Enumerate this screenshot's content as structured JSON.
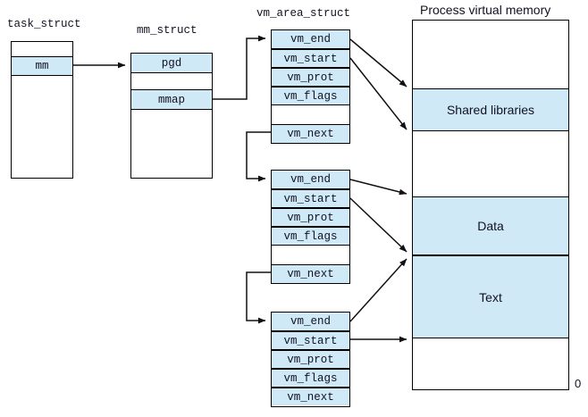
{
  "diagram": {
    "title_task_struct": "task_struct",
    "title_mm_struct": "mm_struct",
    "title_vm_area_struct": "vm_area_struct",
    "title_process_memory": "Process virtual memory",
    "zero_label": "0",
    "colors": {
      "shaded_field": "#cfe9f7",
      "outline": "#000000",
      "background": "#ffffff",
      "text": "#111122"
    }
  },
  "task_struct": {
    "label": "task_struct",
    "fields": [
      {
        "name": "",
        "shaded": false
      },
      {
        "name": "mm",
        "shaded": true
      },
      {
        "name": "",
        "shaded": false
      }
    ]
  },
  "mm_struct": {
    "label": "mm_struct",
    "fields": [
      {
        "name": "pgd",
        "shaded": true
      },
      {
        "name": "",
        "shaded": false
      },
      {
        "name": "mmap",
        "shaded": true
      },
      {
        "name": "",
        "shaded": false
      }
    ]
  },
  "vm_area_structs": [
    {
      "index": 0,
      "fields": [
        {
          "name": "vm_end",
          "shaded": true
        },
        {
          "name": "vm_start",
          "shaded": true
        },
        {
          "name": "vm_prot",
          "shaded": true
        },
        {
          "name": "vm_flags",
          "shaded": true
        },
        {
          "name": "",
          "shaded": false
        },
        {
          "name": "vm_next",
          "shaded": true
        }
      ]
    },
    {
      "index": 1,
      "fields": [
        {
          "name": "vm_end",
          "shaded": true
        },
        {
          "name": "vm_start",
          "shaded": true
        },
        {
          "name": "vm_prot",
          "shaded": true
        },
        {
          "name": "vm_flags",
          "shaded": true
        },
        {
          "name": "",
          "shaded": false
        },
        {
          "name": "vm_next",
          "shaded": true
        }
      ]
    },
    {
      "index": 2,
      "fields": [
        {
          "name": "vm_end",
          "shaded": true
        },
        {
          "name": "vm_start",
          "shaded": true
        },
        {
          "name": "vm_prot",
          "shaded": true
        },
        {
          "name": "vm_flags",
          "shaded": true
        },
        {
          "name": "vm_next",
          "shaded": true
        }
      ]
    }
  ],
  "process_memory": {
    "label": "Process virtual memory",
    "zero": "0",
    "segments": [
      {
        "name": "",
        "shaded": false
      },
      {
        "name": "Shared libraries",
        "shaded": true
      },
      {
        "name": "",
        "shaded": false
      },
      {
        "name": "Data",
        "shaded": true
      },
      {
        "name": "Text",
        "shaded": true
      },
      {
        "name": "",
        "shaded": false
      }
    ]
  },
  "connections": [
    {
      "from": "task_struct.mm",
      "to": "mm_struct.pgd"
    },
    {
      "from": "mm_struct.mmap",
      "to": "vm_area_struct.0.vm_end"
    },
    {
      "from": "vm_area_struct.0.vm_end",
      "to": "process_memory.shared_libraries.top"
    },
    {
      "from": "vm_area_struct.0.vm_start",
      "to": "process_memory.shared_libraries.bottom"
    },
    {
      "from": "vm_area_struct.0.vm_next",
      "to": "vm_area_struct.1.vm_end"
    },
    {
      "from": "vm_area_struct.1.vm_end",
      "to": "process_memory.data.top"
    },
    {
      "from": "vm_area_struct.1.vm_start",
      "to": "process_memory.data.bottom"
    },
    {
      "from": "vm_area_struct.1.vm_next",
      "to": "vm_area_struct.2.vm_end"
    },
    {
      "from": "vm_area_struct.2.vm_end",
      "to": "process_memory.text.top"
    },
    {
      "from": "vm_area_struct.2.vm_start",
      "to": "process_memory.text.bottom"
    }
  ]
}
